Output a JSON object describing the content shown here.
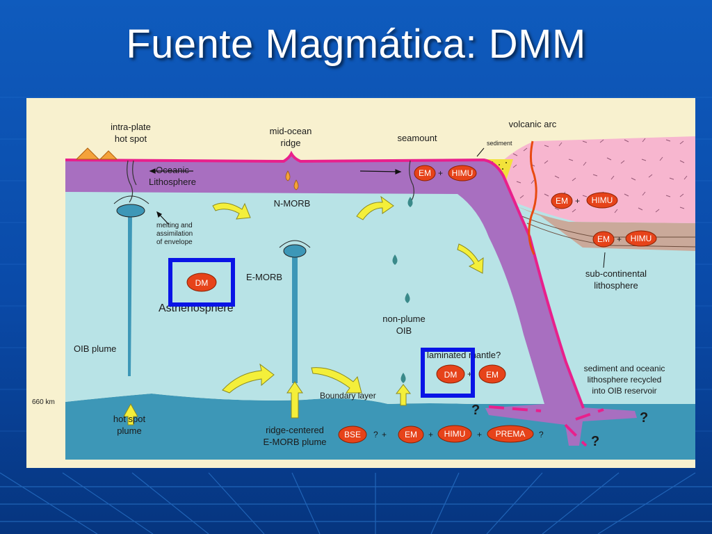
{
  "slide": {
    "title": "Fuente Magmática: DMM"
  },
  "diagram": {
    "labels": {
      "intraplate_1": "intra-plate",
      "intraplate_2": "hot spot",
      "ridge_1": "mid-ocean",
      "ridge_2": "ridge",
      "seamount": "seamount",
      "arc": "volcanic arc",
      "sediment": "sediment",
      "oceanic_1": "Oceanic",
      "oceanic_2": "Lithosphere",
      "nmorb": "N-MORB",
      "melting_1": "melting and",
      "melting_2": "assimilation",
      "melting_3": "of envelope",
      "emorb": "E-MORB",
      "asthenosphere": "Asthenosphere",
      "oib_plume": "OIB plume",
      "km660": "660 km",
      "nonplume_1": "non-plume",
      "nonplume_2": "OIB",
      "laminated": "laminated mantle?",
      "subcont_1": "sub-continental",
      "subcont_2": "lithosphere",
      "recycle_1": "sediment and oceanic",
      "recycle_2": "lithosphere recycled",
      "recycle_3": "into OIB reservoir",
      "boundary": "Boundary layer",
      "hotspot_1": "hot spot",
      "hotspot_2": "plume",
      "ridgeplume_1": "ridge-centered",
      "ridgeplume_2": "E-MORB plume",
      "question": "?",
      "plus": "+"
    },
    "reservoirs": {
      "dm": "DM",
      "em": "EM",
      "himu": "HIMU",
      "bse": "BSE",
      "prema": "PREMA"
    },
    "colors": {
      "lithosphere": "#a86fc0",
      "asthenosphere": "#b8e3e6",
      "lower_mantle": "#3d97b7",
      "continent": "#f7b6cf",
      "highlight_box": "#0a14e6",
      "reservoir": "#e6431a",
      "arrow": "#f4ef3a",
      "magenta": "#e8208c",
      "background": "#f8f1cf"
    }
  }
}
